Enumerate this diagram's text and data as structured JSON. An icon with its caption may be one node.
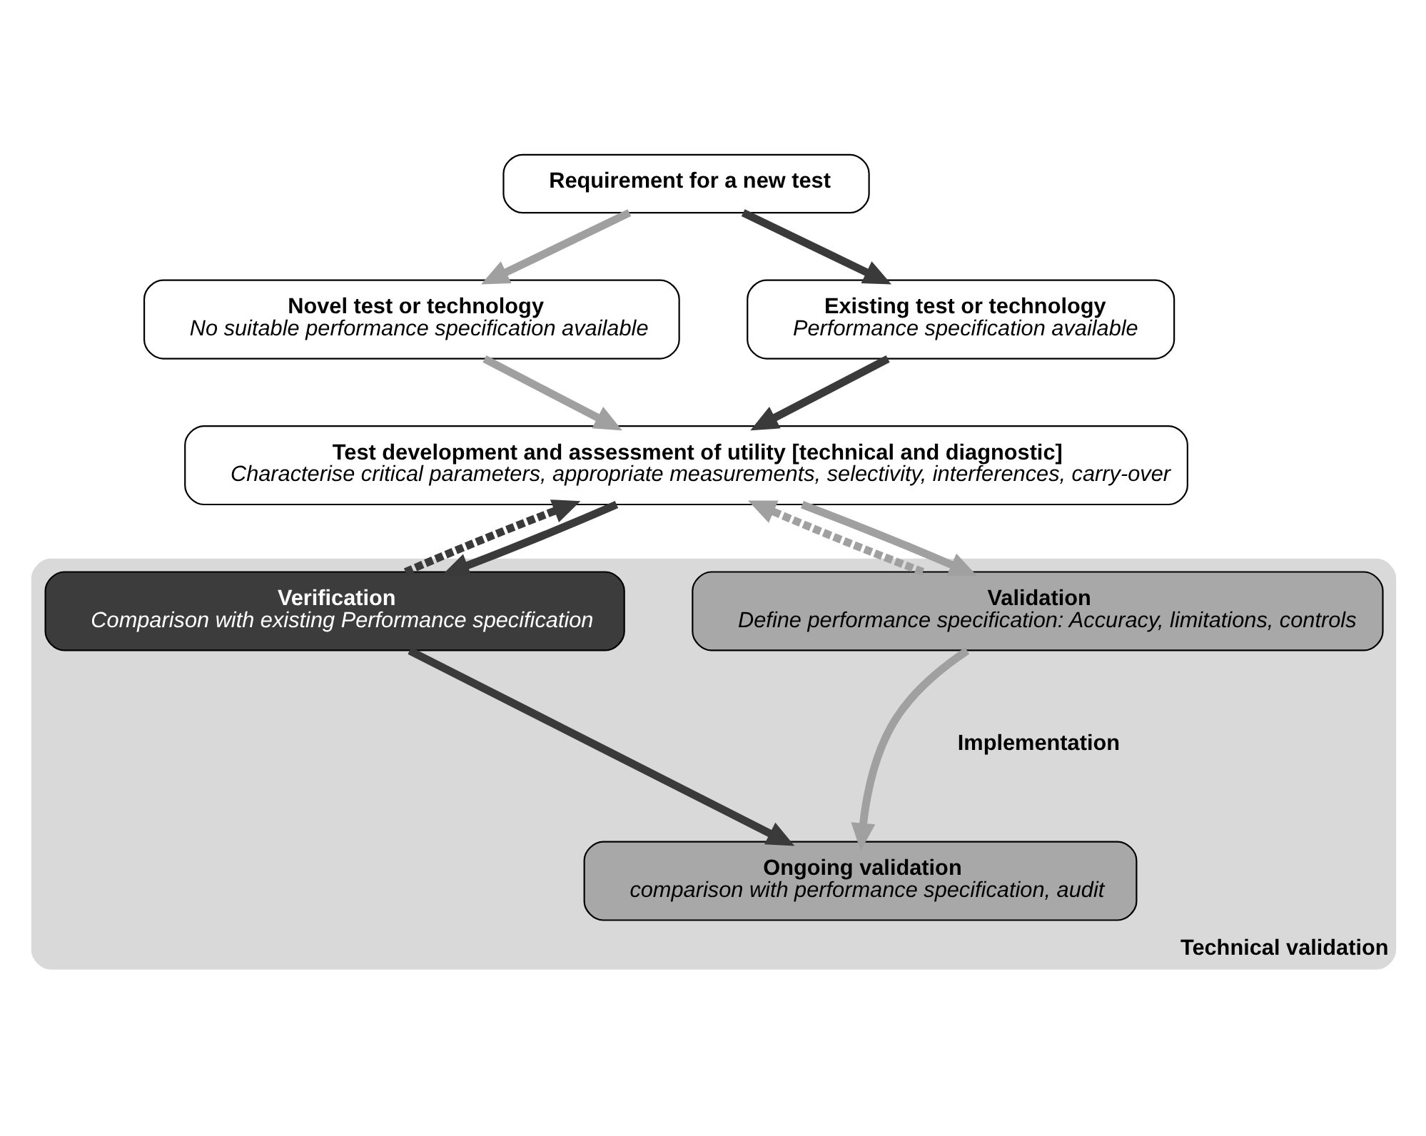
{
  "diagram": {
    "nodes": [
      {
        "text": [
          "Requirement for a new test"
        ]
      },
      {
        "text": [
          "Novel test or technology",
          "No suitable performance specification available"
        ]
      },
      {
        "text": [
          "Existing test or technology",
          "Performance specification available"
        ]
      },
      {
        "text": [
          "Test development and assessment of utility [technical and diagnostic]",
          "Characterise critical parameters, appropriate measurements, selectivity, interferences, carry-over"
        ]
      },
      {
        "text": [
          "Technical validation"
        ]
      },
      {
        "text": [
          "Validation",
          "Define performance specification: Accuracy, limitations, controls"
        ],
        "in": 4
      },
      {
        "text": [
          "Verification",
          "Comparison with existing Performance specification"
        ],
        "in": 4
      },
      {
        "text": [
          "Ongoing validation",
          "comparison with performance specification, audit"
        ],
        "in": 4
      }
    ],
    "edges": [
      {
        "from": 0,
        "to": 1,
        "arrow": "to",
        "color": "#a0a0a0"
      },
      {
        "from": 0,
        "to": 2,
        "arrow": "to",
        "color": "#3a3a3a"
      },
      {
        "from": 1,
        "to": 3,
        "arrow": "to",
        "color": "#a0a0a0"
      },
      {
        "from": 2,
        "to": 3,
        "arrow": "to",
        "color": "#3a3a3a"
      },
      {
        "from": 3,
        "to": 5,
        "arrow": "to",
        "color": "#a0a0a0"
      },
      {
        "from": 3,
        "to": 6,
        "arrow": "to",
        "color": "#3a3a3a"
      },
      {
        "from": 5,
        "to": 3,
        "arrow": "to",
        "style": "dashed",
        "color": "#a0a0a0"
      },
      {
        "from": 6,
        "to": 3,
        "arrow": "to",
        "style": "dashed",
        "color": "#3a3a3a"
      },
      {
        "from": 5,
        "to": 7,
        "arrow": "to",
        "color": "#a0a0a0"
      },
      {
        "from": 6,
        "to": 7,
        "arrow": "to",
        "color": "#3a3a3a"
      }
    ],
    "labels": [
      "Implementation"
    ]
  }
}
